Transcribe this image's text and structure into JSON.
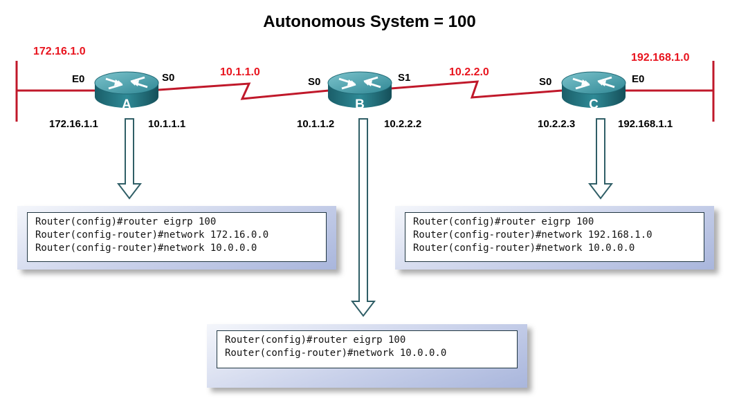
{
  "title": "Autonomous System = 100",
  "networks": {
    "left": "172.16.1.0",
    "ab": "10.1.1.0",
    "bc": "10.2.2.0",
    "right": "192.168.1.0"
  },
  "routers": [
    {
      "letter": "A",
      "if_left": "E0",
      "if_right": "S0",
      "ip_left": "172.16.1.1",
      "ip_right": "10.1.1.1"
    },
    {
      "letter": "B",
      "if_left": "S0",
      "if_right": "S1",
      "ip_left": "10.1.1.2",
      "ip_right": "10.2.2.2"
    },
    {
      "letter": "C",
      "if_left": "S0",
      "if_right": "E0",
      "ip_left": "10.2.2.3",
      "ip_right": "192.168.1.1"
    }
  ],
  "configs": {
    "a": [
      "Router(config)#router eigrp 100",
      "Router(config-router)#network 172.16.0.0",
      "Router(config-router)#network 10.0.0.0"
    ],
    "b": [
      "Router(config)#router eigrp 100",
      "Router(config-router)#network 10.0.0.0"
    ],
    "c": [
      "Router(config)#router eigrp 100",
      "Router(config-router)#network 192.168.1.0",
      "Router(config-router)#network 10.0.0.0"
    ]
  },
  "colors": {
    "link": "#c0182a",
    "network_label": "#e8141e",
    "router_top": "#4f9eaa",
    "router_side": "#1e6874",
    "arrow": "#2f5e66",
    "config_panel": "#b4bfe0"
  }
}
